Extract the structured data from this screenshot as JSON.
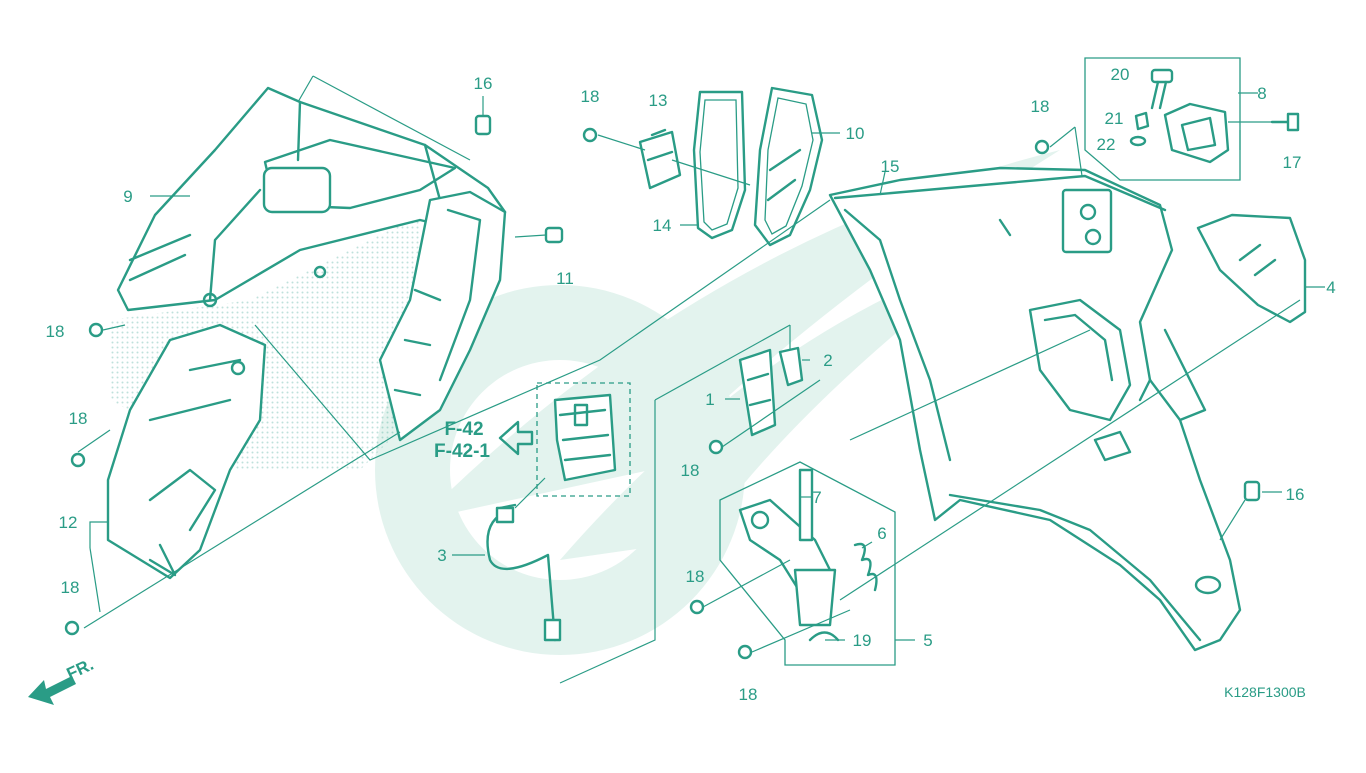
{
  "diagram": {
    "part_numbers": {
      "p1": "1",
      "p2": "2",
      "p3": "3",
      "p4": "4",
      "p5": "5",
      "p6": "6",
      "p7": "7",
      "p8": "8",
      "p9": "9",
      "p10": "10",
      "p11": "11",
      "p12": "12",
      "p13": "13",
      "p14": "14",
      "p15": "15",
      "p16": "16",
      "p17": "17",
      "p18": "18",
      "p19": "19",
      "p20": "20",
      "p21": "21",
      "p22": "22"
    },
    "reference": {
      "line1": "F-42",
      "line2": "F-42-1"
    },
    "direction_label": "FR.",
    "drawing_code": "K128F1300B",
    "colors": {
      "ink": "#2a9c86",
      "watermark": "#e3f3ee",
      "background": "#ffffff"
    }
  }
}
